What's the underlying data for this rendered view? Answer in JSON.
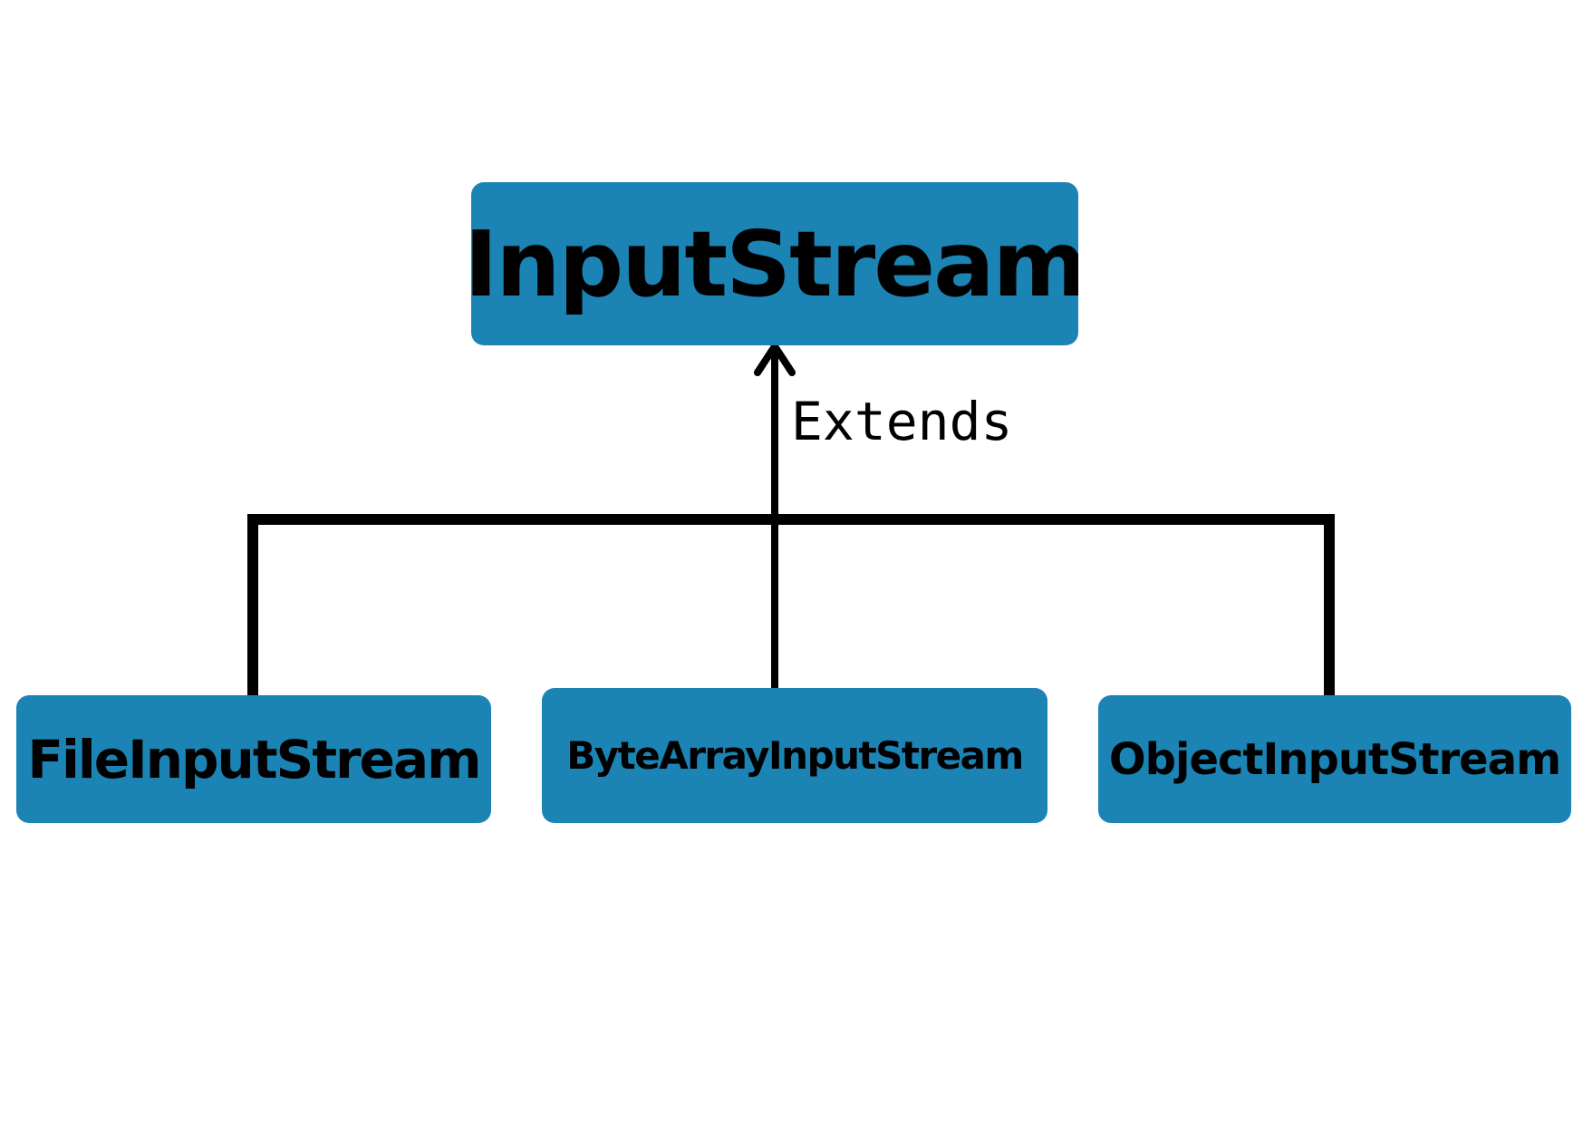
{
  "diagram": {
    "parent": {
      "label": "InputStream"
    },
    "relationship": {
      "label": "Extends"
    },
    "children": [
      {
        "label": "FileInputStream"
      },
      {
        "label": "ByteArrayInputStream"
      },
      {
        "label": "ObjectInputStream"
      }
    ],
    "colors": {
      "box_fill": "#1b84b4",
      "line": "#000000",
      "text": "#000000",
      "background": "#ffffff"
    }
  }
}
